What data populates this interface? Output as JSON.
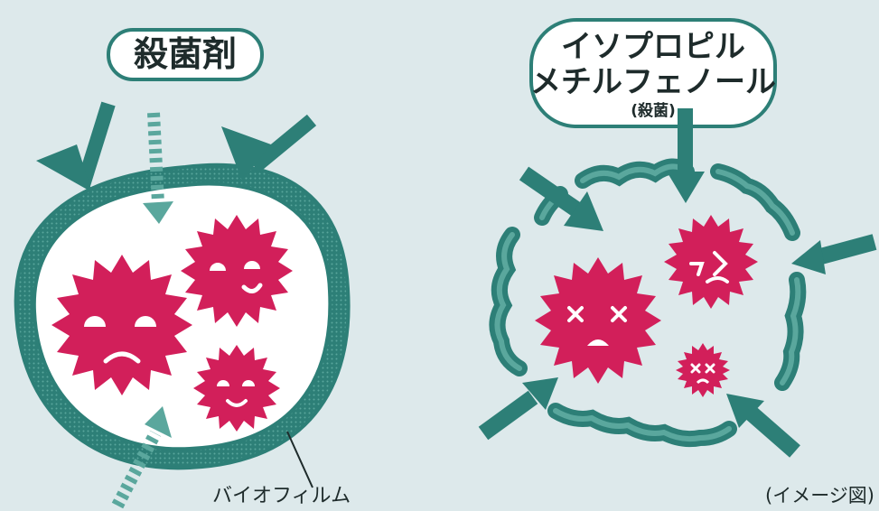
{
  "left_panel": {
    "title": "殺菌剤",
    "biofilm_label": "バイオフィルム"
  },
  "right_panel": {
    "title_line1": "イソプロピル",
    "title_line2": "メチルフェノール",
    "subtitle": "(殺菌)",
    "note": "(イメージ図)"
  },
  "colors": {
    "background": "#dde9eb",
    "teal": "#2d7f77",
    "teal_light": "#5aa79d",
    "germ": "#d21f5a",
    "white": "#ffffff"
  }
}
